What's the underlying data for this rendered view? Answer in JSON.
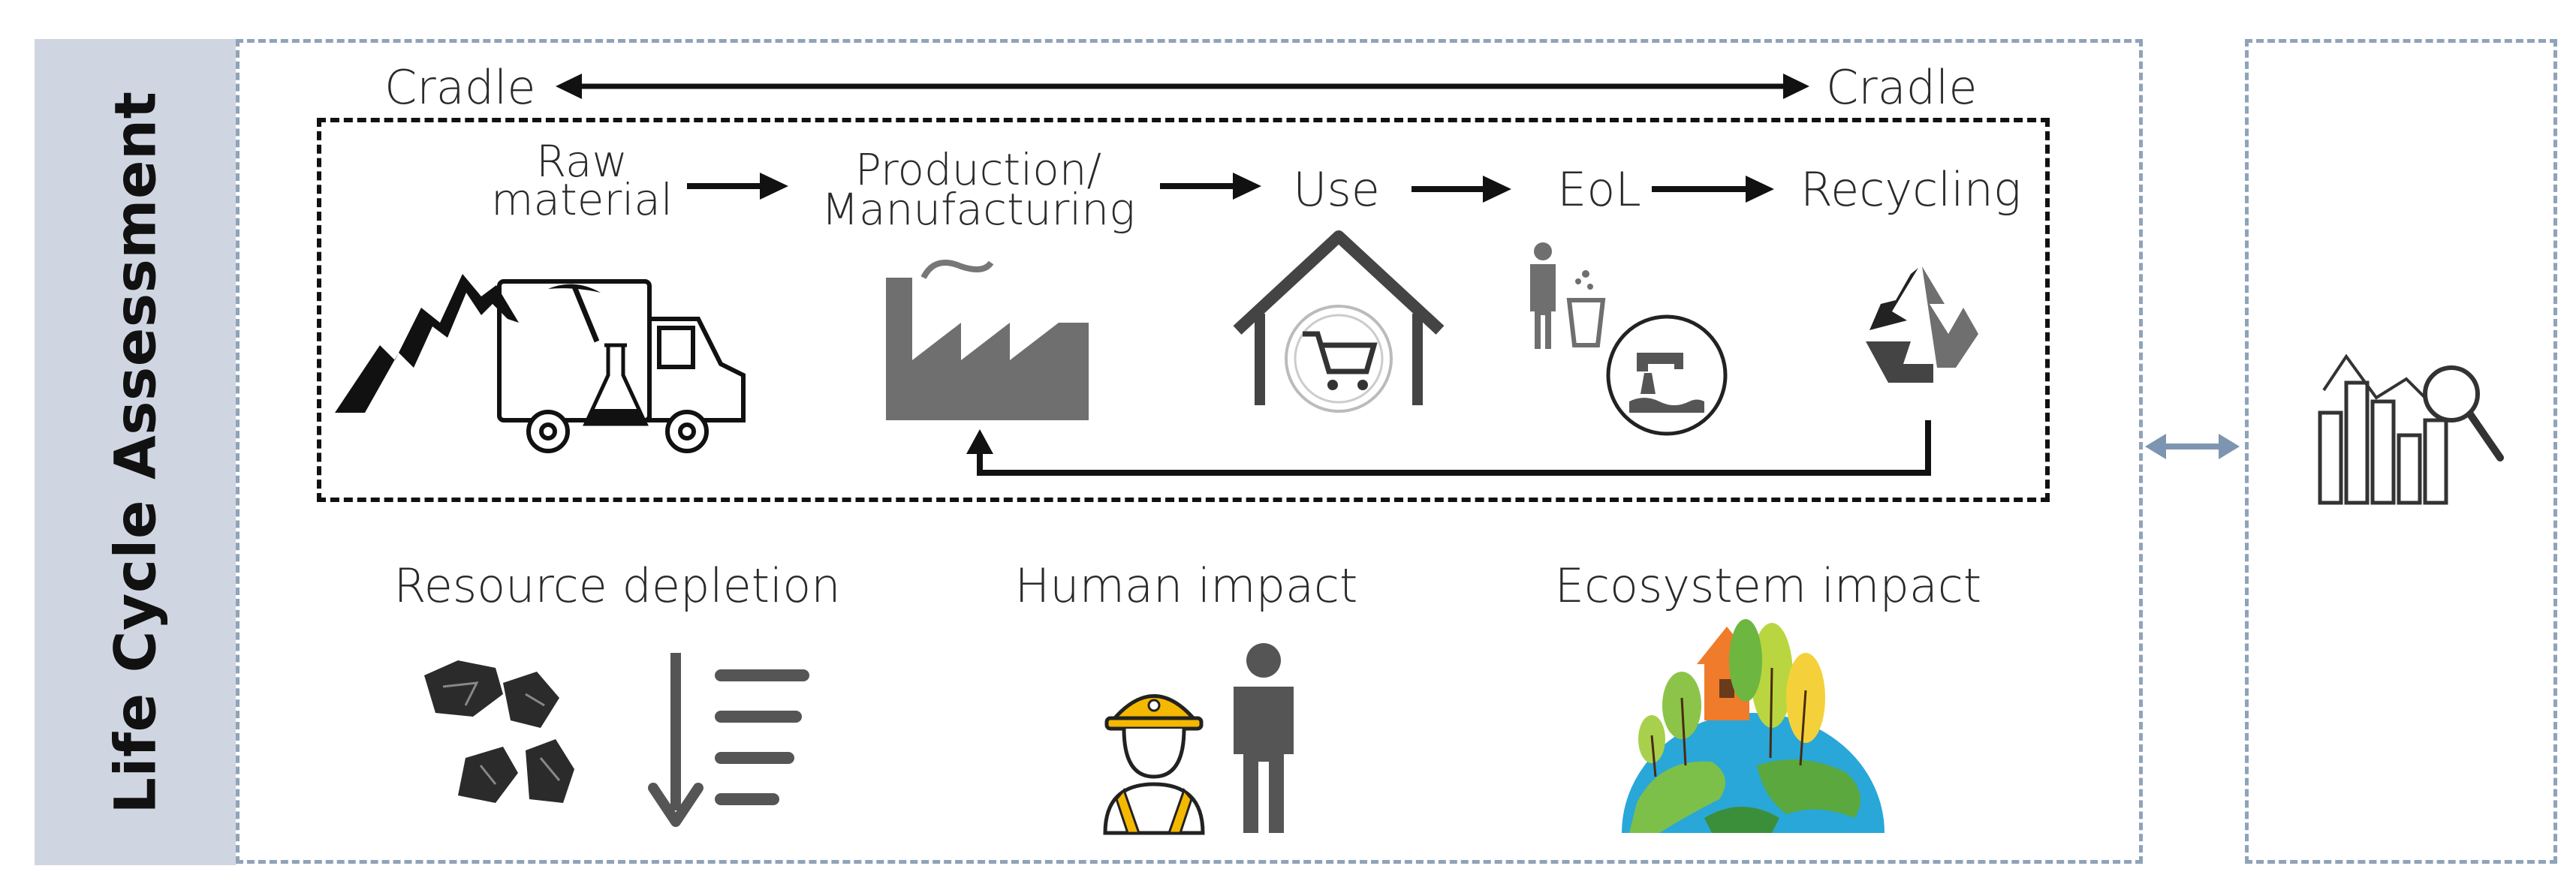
{
  "sidebar": {
    "title": "Life Cycle Assessment"
  },
  "cradle": {
    "left": "Cradle",
    "right": "Cradle"
  },
  "stages": {
    "raw_material_line1": "Raw",
    "raw_material_line2": "material",
    "production_line1": "Production/",
    "production_line2": "Manufacturing",
    "use": "Use",
    "eol": "EoL",
    "recycling": "Recycling"
  },
  "impacts": {
    "resource": "Resource depletion",
    "human": "Human impact",
    "ecosystem": "Ecosystem impact"
  },
  "colors": {
    "sidebar_bg": "#d0d6e1",
    "frame_dash": "#8fa3b9",
    "double_arrow": "#7d95b0",
    "ink": "#111111",
    "gray_icon": "#6f6f6f"
  },
  "icons": [
    "mountain-icon",
    "truck-icon",
    "pickaxe-icon",
    "flask-icon",
    "factory-icon",
    "house-icon",
    "shopping-cart-icon",
    "person-trash-icon",
    "wastewater-icon",
    "recycle-icon",
    "rocks-icon",
    "descending-sort-icon",
    "worker-icon",
    "person-icon",
    "earth-ecosystem-icon",
    "chart-analysis-icon"
  ]
}
